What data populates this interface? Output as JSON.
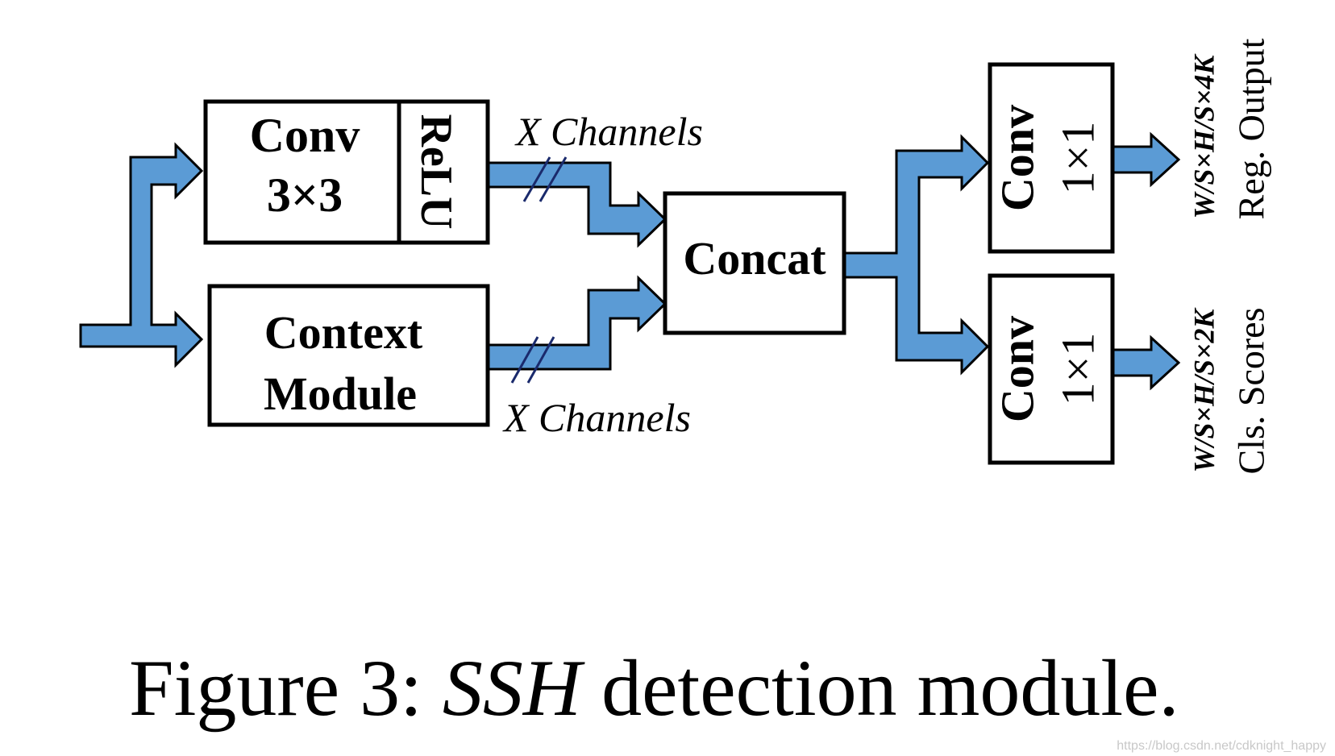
{
  "diagram": {
    "nodes": {
      "conv3": {
        "line1": "Conv",
        "line2": "3×3"
      },
      "relu": {
        "label": "ReLU"
      },
      "context": {
        "line1": "Context",
        "line2": "Module"
      },
      "concat": {
        "label": "Concat"
      },
      "conv_reg": {
        "line1": "Conv",
        "line2": "1×1"
      },
      "conv_cls": {
        "line1": "Conv",
        "line2": "1×1"
      }
    },
    "edge_labels": {
      "top_channels": "X Channels",
      "bottom_channels": "X Channels"
    },
    "outputs": {
      "reg": {
        "shape": "W/S×H/S×4K",
        "name": "Reg. Output"
      },
      "cls": {
        "shape": "W/S×H/S×2K",
        "name": "Cls. Scores"
      }
    },
    "arrow_color": "#5b9bd5"
  },
  "caption": {
    "prefix": "Figure 3: ",
    "emphasis": "SSH",
    "suffix": " detection module."
  },
  "watermark": "https://blog.csdn.net/cdknight_happy"
}
